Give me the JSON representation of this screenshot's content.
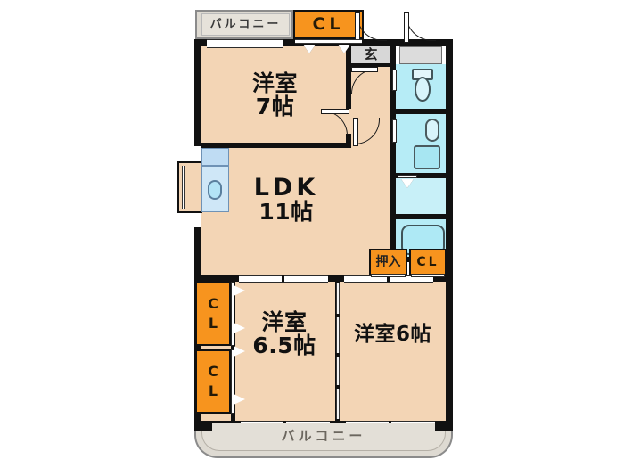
{
  "plan": {
    "type": "japanese-floor-plan",
    "layout_name": "3LDK",
    "rooms": [
      {
        "id": "washitsu-top",
        "label_line1": "洋室",
        "label_line2": "7帖",
        "name": "Western room 7 jo"
      },
      {
        "id": "ldk",
        "label_line1": "LDK",
        "label_line2": "11帖",
        "name": "Living Dining Kitchen 11 jo"
      },
      {
        "id": "bedroom-left",
        "label_line1": "洋室",
        "label_line2": "6.5帖",
        "name": "Western room 6.5 jo"
      },
      {
        "id": "bedroom-right",
        "label_line1": "洋室6帖",
        "label_line2": "",
        "name": "Western room 6 jo"
      }
    ],
    "closets": [
      {
        "id": "cl-top",
        "label": "CL",
        "orientation": "horizontal"
      },
      {
        "id": "cl-left-upper",
        "label": "CL",
        "orientation": "vertical"
      },
      {
        "id": "cl-left-lower",
        "label": "CL",
        "orientation": "vertical"
      },
      {
        "id": "oshiire",
        "label": "押入",
        "orientation": "horizontal"
      },
      {
        "id": "cl-right",
        "label": "CL",
        "orientation": "horizontal"
      }
    ],
    "balconies": [
      {
        "id": "balcony-top",
        "label": "バルコニー"
      },
      {
        "id": "balcony-bottom",
        "label": "バルコニー"
      }
    ],
    "entrance": {
      "id": "genkan",
      "label": "玄"
    },
    "wet_areas": [
      {
        "id": "toilet",
        "name": "toilet-room"
      },
      {
        "id": "washroom",
        "name": "powder-room"
      },
      {
        "id": "laundry",
        "name": "laundry-space"
      },
      {
        "id": "bathroom",
        "name": "bath-unit"
      }
    ],
    "kitchen": {
      "id": "kitchen-counter",
      "name": "kitchen-sink-counter"
    },
    "colors": {
      "room_fill": "#f3d5b5",
      "closet_fill": "#f7941e",
      "wet_fill": "#b6ecf6",
      "balcony_fill": "#dedad2",
      "entry_fill": "#d7d7d7",
      "wall": "#111111",
      "background": "#ffffff"
    }
  }
}
